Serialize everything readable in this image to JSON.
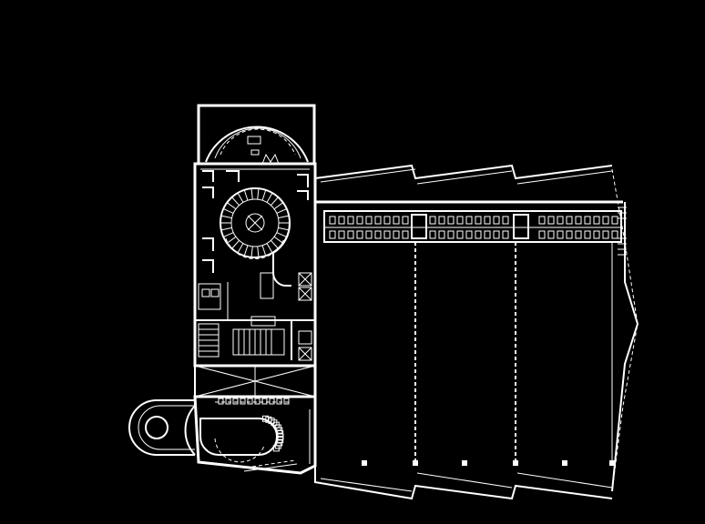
{
  "colors": {
    "background": "#000000",
    "lines": "#ffffff"
  },
  "hall": {
    "column_count": 3
  },
  "row_of_seats": {
    "rows": 2
  },
  "spiral_stair": {
    "rings": 3
  }
}
